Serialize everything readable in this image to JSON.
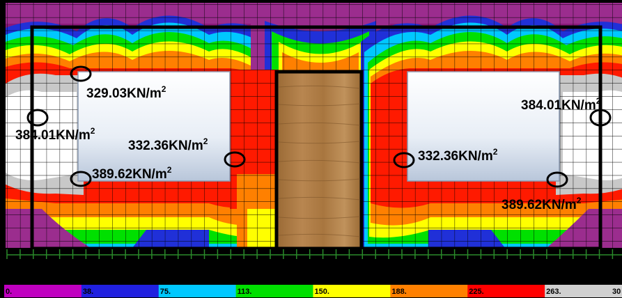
{
  "colorbar": {
    "ticks": [
      "0.",
      "38.",
      "75.",
      "113.",
      "150.",
      "188.",
      "225.",
      "263.",
      "30"
    ],
    "colors": [
      "#c000c0",
      "#2020e0",
      "#00c8ff",
      "#00e000",
      "#ffff00",
      "#ff8000",
      "#ff0000",
      "#d0d0d0"
    ]
  },
  "annotations": [
    {
      "value": "329.03KN/m",
      "sup": "2"
    },
    {
      "value": "384.01KN/m",
      "sup": "2"
    },
    {
      "value": "332.36KN/m",
      "sup": "2"
    },
    {
      "value": "389.62KN/m",
      "sup": "2"
    },
    {
      "value": "332.36KN/m",
      "sup": "2"
    },
    {
      "value": "384.01KN/m",
      "sup": "2"
    },
    {
      "value": "389.62KN/m",
      "sup": "2"
    }
  ]
}
